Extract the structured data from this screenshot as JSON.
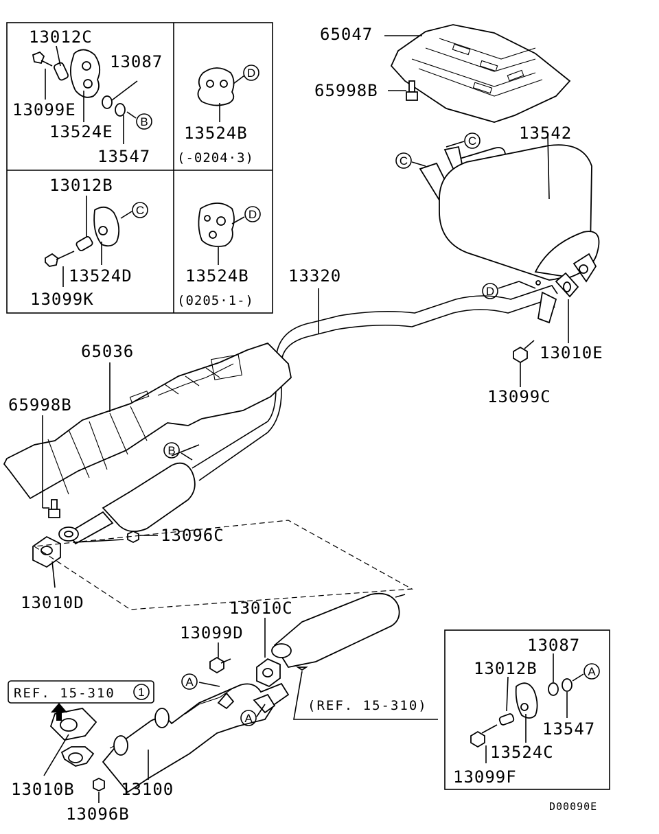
{
  "diagram_code": "D00090E",
  "inset_boxes": {
    "top_left": {
      "labels": [
        "13012C",
        "13087",
        "13099E",
        "13524E",
        "13547"
      ],
      "callout": "B"
    },
    "top_right": {
      "labels": [
        "13524B"
      ],
      "note": "(-0204·3)",
      "callout": "D"
    },
    "mid_left": {
      "labels": [
        "13012B",
        "13524D",
        "13099K"
      ],
      "callout": "C"
    },
    "mid_right": {
      "labels": [
        "13524B"
      ],
      "note": "(0205·1-)",
      "callout": "D"
    },
    "bottom_right": {
      "labels": [
        "13087",
        "13012B",
        "13547",
        "13524C",
        "13099F"
      ],
      "callout": "A"
    }
  },
  "main_labels": {
    "heat_shield_rear": "65047",
    "bolt_rear_shield": "65998B",
    "muffler": "13542",
    "center_pipe": "13320",
    "gasket_muffler": "13010E",
    "bolt_muffler": "13099C",
    "heat_shield_front": "65036",
    "bolt_front_shield": "65998B",
    "nut_center": "13096C",
    "gasket_center": "13010D",
    "gasket_converter": "13010C",
    "bolt_converter": "13099D",
    "gasket_front": "13010B",
    "front_pipe": "13100",
    "nut_front": "13096B"
  },
  "references": {
    "ref_box": "REF. 15-310",
    "ref_box_num": "1",
    "ref_converter": "(REF. 15-310)"
  },
  "callouts": {
    "c1": "C",
    "c2": "C",
    "d1": "D",
    "b1": "B",
    "a1": "A",
    "a2": "A"
  }
}
